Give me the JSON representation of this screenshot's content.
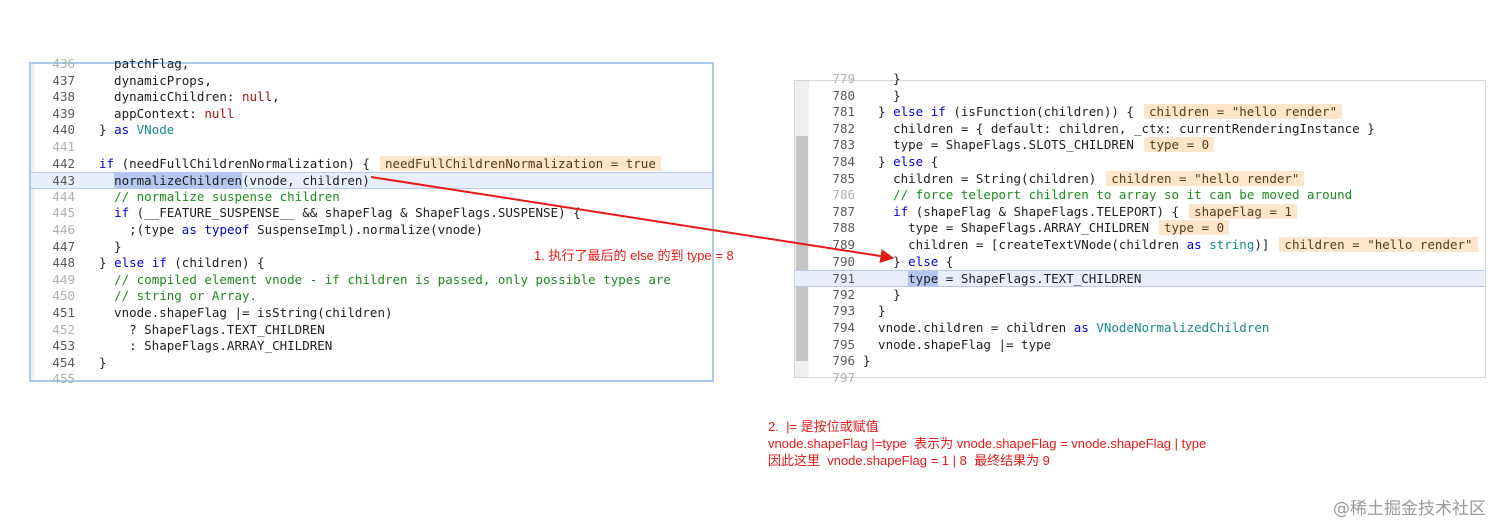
{
  "left_panel": {
    "lines": [
      {
        "n": "436",
        "faint": true,
        "html": "  patchFlag,"
      },
      {
        "n": "437",
        "html": "  dynamicProps,"
      },
      {
        "n": "438",
        "html": "  dynamicChildren: <span class=\"t-null\">null</span>,"
      },
      {
        "n": "439",
        "html": "  appContext: <span class=\"t-null\">null</span>"
      },
      {
        "n": "440",
        "html": "} <span class=\"t-kw\">as</span> <span class=\"t-ty\">VNode</span>"
      },
      {
        "n": "441",
        "faint": true,
        "html": ""
      },
      {
        "n": "442",
        "html": "<span class=\"t-kw\">if</span> (needFullChildrenNormalization) {",
        "hint": "needFullChildrenNormalization = true"
      },
      {
        "n": "443",
        "hl": true,
        "html": "  <span class=\"t-fn-sel\">normalizeChildren</span>(vnode, children)"
      },
      {
        "n": "444",
        "faint": true,
        "html": "  <span class=\"t-cm\">// normalize suspense children</span>"
      },
      {
        "n": "445",
        "faint": true,
        "html": "  <span class=\"t-kw\">if</span> (__FEATURE_SUSPENSE__ &amp;&amp; shapeFlag &amp; ShapeFlags.SUSPENSE) {"
      },
      {
        "n": "446",
        "faint": true,
        "html": "    ;(type <span class=\"t-kw\">as</span> <span class=\"t-kw\">typeof</span> SuspenseImpl).normalize(vnode)"
      },
      {
        "n": "447",
        "html": "  }"
      },
      {
        "n": "448",
        "html": "} <span class=\"t-kw\">else if</span> (children) {"
      },
      {
        "n": "449",
        "faint": true,
        "html": "  <span class=\"t-cm\">// compiled element vnode - if children is passed, only possible types are</span>"
      },
      {
        "n": "450",
        "faint": true,
        "html": "  <span class=\"t-cm\">// string or Array.</span>"
      },
      {
        "n": "451",
        "html": "  vnode.shapeFlag |= isString(children)"
      },
      {
        "n": "452",
        "faint": true,
        "html": "    ? ShapeFlags.TEXT_CHILDREN"
      },
      {
        "n": "453",
        "html": "    : ShapeFlags.ARRAY_CHILDREN"
      },
      {
        "n": "454",
        "html": "}"
      },
      {
        "n": "455",
        "faint": true,
        "html": ""
      }
    ]
  },
  "right_panel": {
    "lines": [
      {
        "n": "779",
        "faint": true,
        "html": "    }"
      },
      {
        "n": "780",
        "html": "    }"
      },
      {
        "n": "781",
        "html": "  } <span class=\"t-kw\">else if</span> (isFunction(children)) {",
        "hint": "children = \"hello render\""
      },
      {
        "n": "782",
        "html": "    children = { default: children, _ctx: currentRenderingInstance }"
      },
      {
        "n": "783",
        "html": "    type = ShapeFlags.SLOTS_CHILDREN",
        "hint": "type = 0"
      },
      {
        "n": "784",
        "html": "  } <span class=\"t-kw\">else</span> {"
      },
      {
        "n": "785",
        "html": "    children = String(children)",
        "hint": "children = \"hello render\""
      },
      {
        "n": "786",
        "faint": true,
        "html": "    <span class=\"t-cm\">// force teleport children to array so it can be moved around</span>"
      },
      {
        "n": "787",
        "html": "    <span class=\"t-kw\">if</span> (shapeFlag &amp; ShapeFlags.TELEPORT) {",
        "hint": "shapeFlag = 1"
      },
      {
        "n": "788",
        "html": "      type = ShapeFlags.ARRAY_CHILDREN",
        "hint": "type = 0"
      },
      {
        "n": "789",
        "html": "      children = [createTextVNode(children <span class=\"t-kw\">as</span> <span class=\"t-ty\">string</span>)]",
        "hint": "children = \"hello render\""
      },
      {
        "n": "790",
        "html": "    } <span class=\"t-kw\">else</span> {"
      },
      {
        "n": "791",
        "hl": true,
        "html": "      <span class=\"t-fn-sel\">type</span> = ShapeFlags.TEXT_CHILDREN"
      },
      {
        "n": "792",
        "html": "    }"
      },
      {
        "n": "793",
        "html": "  }"
      },
      {
        "n": "794",
        "html": "  vnode.children = children <span class=\"t-kw\">as</span> <span class=\"t-ty\">VNodeNormalizedChildren</span>"
      },
      {
        "n": "795",
        "html": "  vnode.shapeFlag |= type"
      },
      {
        "n": "796",
        "html": "}"
      },
      {
        "n": "797",
        "faint": true,
        "html": ""
      }
    ]
  },
  "annotations": {
    "arrow_note": "1. 执行了最后的 else 的到 type = 8",
    "note_2_line1": "2.  |= 是按位或赋值",
    "note_2_line2": "vnode.shapeFlag |=type  表示为 vnode.shapeFlag = vnode.shapeFlag | type",
    "note_2_line3": "因此这里  vnode.shapeFlag = 1 | 8  最终结果为 9"
  },
  "watermark": "@稀土掘金技术社区",
  "colors": {
    "annotation": "#e31b1b",
    "hint_bg": "#fde6c9",
    "keyword": "#0000d0",
    "comment": "#1f8a1f"
  }
}
